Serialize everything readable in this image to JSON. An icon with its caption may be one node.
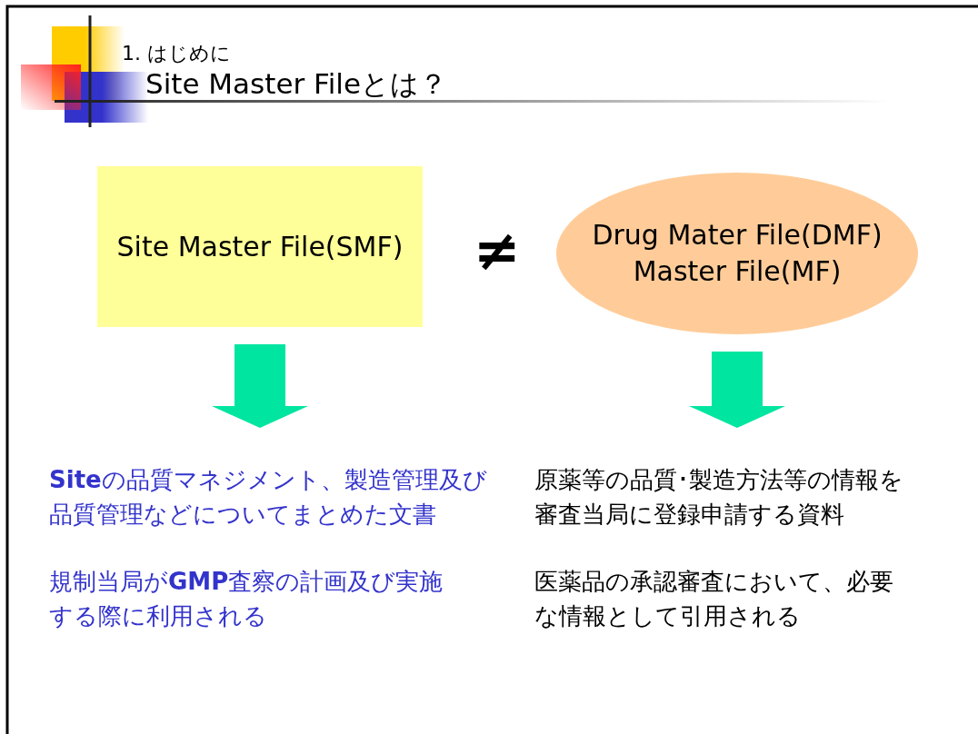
{
  "diagram": {
    "title": "Site Master Fileとは？",
    "nodes": [
      {
        "text": [
          "Site Master File(SMF)"
        ]
      },
      {
        "text": [
          "Drug Mater File(DMF) Master File(MF)"
        ]
      },
      {
        "text": [
          "**Site**の品質マネジメント、製造管理及び品質管理などについてまとめた文書"
        ]
      },
      {
        "text": [
          "原薬等の品質･製造方法等の情報を審査当局に登録申請する資料"
        ]
      }
    ],
    "edges": [
      {
        "from": 0,
        "to": 2,
        "arrow": "to",
        "style": "thick"
      },
      {
        "from": 1,
        "to": 3,
        "arrow": "to",
        "style": "thick"
      }
    ],
    "labels": [
      "1. はじめに",
      "≠",
      "規制当局が**GMP**査察の計画及び実施する際に利用される",
      "医薬品の承認審査において、必要な情報として引用される"
    ]
  }
}
